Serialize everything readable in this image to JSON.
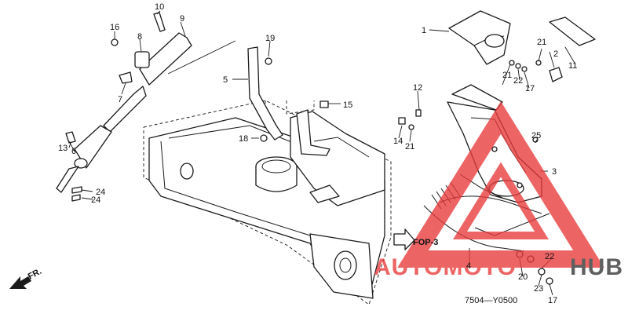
{
  "diagram": {
    "code": "7504—Y0500",
    "ref_label": "FOP-3",
    "direction_label": "FR.",
    "callouts": [
      {
        "id": "c1",
        "text": "1"
      },
      {
        "id": "c2",
        "text": "2"
      },
      {
        "id": "c3",
        "text": "3"
      },
      {
        "id": "c4",
        "text": "4"
      },
      {
        "id": "c5",
        "text": "5"
      },
      {
        "id": "c6",
        "text": "6"
      },
      {
        "id": "c7",
        "text": "7"
      },
      {
        "id": "c8",
        "text": "8"
      },
      {
        "id": "c9",
        "text": "9"
      },
      {
        "id": "c10",
        "text": "10"
      },
      {
        "id": "c11",
        "text": "11"
      },
      {
        "id": "c12",
        "text": "12"
      },
      {
        "id": "c13",
        "text": "13"
      },
      {
        "id": "c14",
        "text": "14"
      },
      {
        "id": "c15",
        "text": "15"
      },
      {
        "id": "c16",
        "text": "16"
      },
      {
        "id": "c17a",
        "text": "17"
      },
      {
        "id": "c17b",
        "text": "17"
      },
      {
        "id": "c18",
        "text": "18"
      },
      {
        "id": "c19",
        "text": "19"
      },
      {
        "id": "c20",
        "text": "20"
      },
      {
        "id": "c21a",
        "text": "21"
      },
      {
        "id": "c21b",
        "text": "21"
      },
      {
        "id": "c21c",
        "text": "21"
      },
      {
        "id": "c22a",
        "text": "22"
      },
      {
        "id": "c22b",
        "text": "22"
      },
      {
        "id": "c23",
        "text": "23"
      },
      {
        "id": "c24a",
        "text": "24"
      },
      {
        "id": "c24b",
        "text": "24"
      },
      {
        "id": "c25",
        "text": "25"
      }
    ]
  },
  "watermark": {
    "brand_left": "AUTOMOTO",
    "brand_right": "HUB",
    "color": "#e8393a",
    "dark_color": "#333333"
  }
}
